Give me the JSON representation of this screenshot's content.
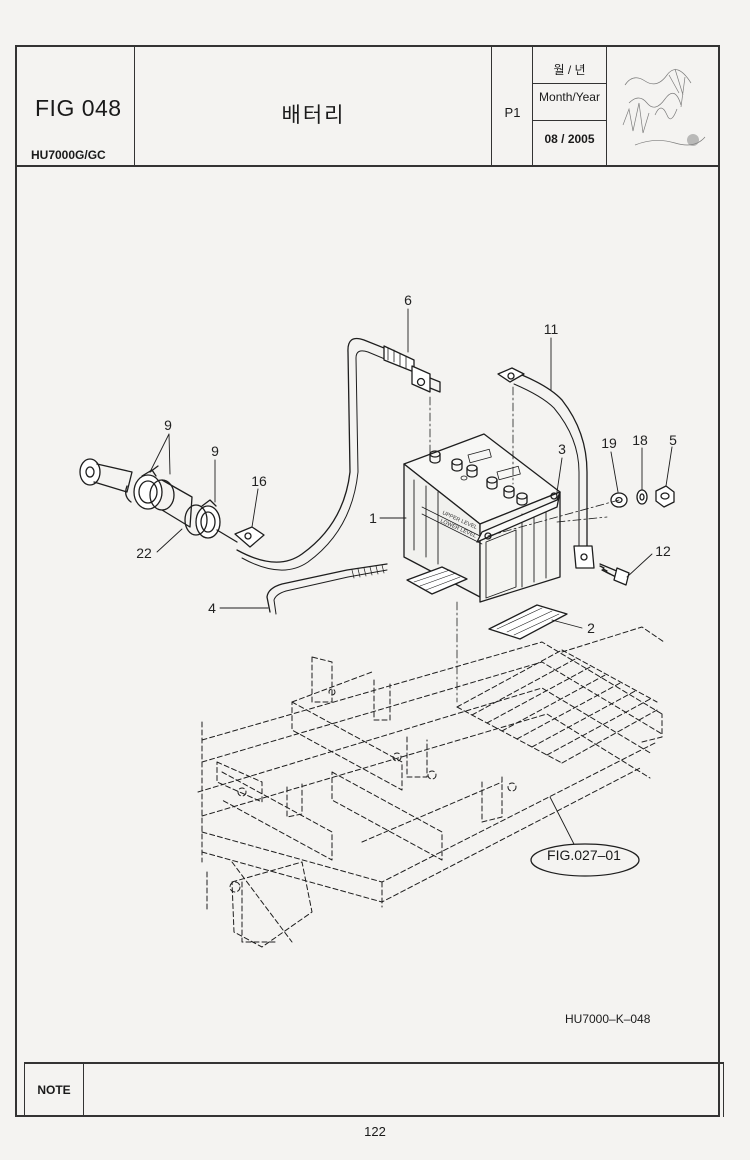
{
  "header": {
    "fig_number": "FIG 048",
    "model": "HU7000G/GC",
    "title": "배터리",
    "page": "P1",
    "date_label_ko": "월 / 년",
    "date_label_en": "Month/Year",
    "date_value": "08 / 2005"
  },
  "diagram": {
    "callouts": [
      "6",
      "11",
      "9",
      "9",
      "16",
      "3",
      "19",
      "18",
      "5",
      "1",
      "22",
      "12",
      "4",
      "2"
    ],
    "battery_labels": [
      "UPPER LEVEL",
      "LOWER LEVEL"
    ],
    "figure_reference": "FIG.027–01",
    "drawing_code": "HU7000–K–048"
  },
  "note": {
    "label": "NOTE",
    "text": ""
  },
  "page_number": "122"
}
